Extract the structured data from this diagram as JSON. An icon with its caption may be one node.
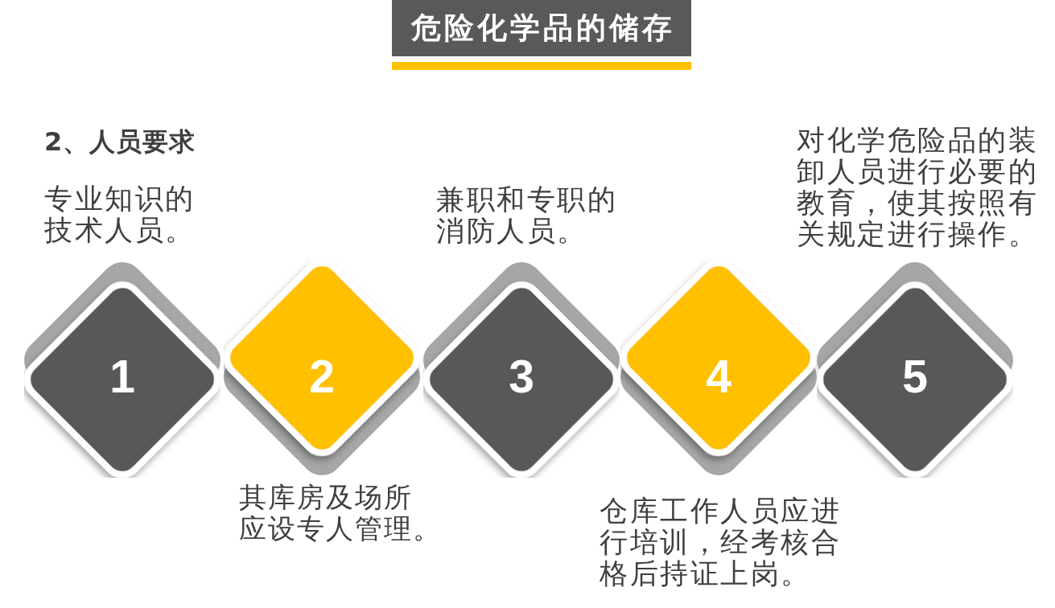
{
  "diagram": {
    "title": "危险化学品的储存",
    "nodes": [
      {
        "text": [
          "1"
        ],
        "beside": [
          "专业知识的技术人员。"
        ]
      },
      {
        "text": [
          "2"
        ],
        "beside": [
          "其库房及场所应设专人管理。"
        ]
      },
      {
        "text": [
          "3"
        ],
        "beside": [
          "兼职和专职的消防人员。"
        ]
      },
      {
        "text": [
          "4"
        ],
        "beside": [
          "仓库工作人员应进行培训，经考核合格后持证上岗。"
        ]
      },
      {
        "text": [
          "5"
        ],
        "beside": [
          "对化学危险品的装卸人员进行必要的教育，使其按照有关规定进行操作。"
        ]
      }
    ],
    "labels": [
      "2、人员要求"
    ]
  }
}
